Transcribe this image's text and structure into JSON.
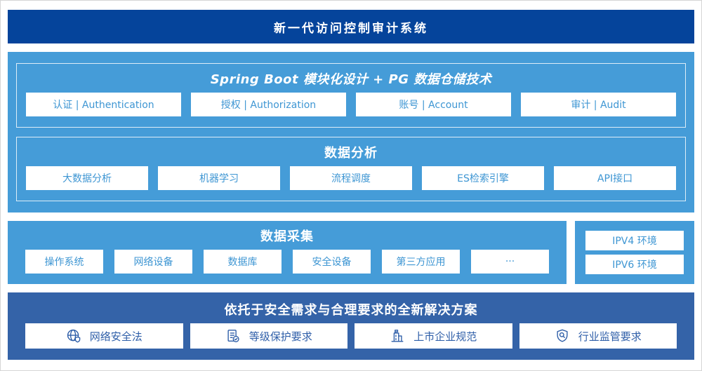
{
  "page": {
    "title": "新一代访问控制审计系统"
  },
  "platform": {
    "title": "Spring Boot 模块化设计 + PG 数据仓储技术",
    "modules": [
      {
        "label": "认证 | Authentication"
      },
      {
        "label": "授权 | Authorization"
      },
      {
        "label": "账号 | Account"
      },
      {
        "label": "审计 | Audit"
      }
    ]
  },
  "analysis": {
    "title": "数据分析",
    "modules": [
      {
        "label": "大数据分析"
      },
      {
        "label": "机器学习"
      },
      {
        "label": "流程调度"
      },
      {
        "label": "ES检索引擎"
      },
      {
        "label": "API接口"
      }
    ]
  },
  "collection": {
    "title": "数据采集",
    "modules": [
      {
        "label": "操作系统"
      },
      {
        "label": "网络设备"
      },
      {
        "label": "数据库"
      },
      {
        "label": "安全设备"
      },
      {
        "label": "第三方应用"
      },
      {
        "label": "···"
      }
    ]
  },
  "environments": {
    "items": [
      {
        "label": "IPV4 环境"
      },
      {
        "label": "IPV6 环境"
      }
    ]
  },
  "solution": {
    "title": "依托于安全需求与合理要求的全新解决方案",
    "items": [
      {
        "icon": "globe-shield-icon",
        "label": "网络安全法"
      },
      {
        "icon": "document-check-icon",
        "label": "等级保护要求"
      },
      {
        "icon": "building-flag-icon",
        "label": "上市企业规范"
      },
      {
        "icon": "shield-search-icon",
        "label": "行业监管要求"
      }
    ]
  },
  "colors": {
    "dark_blue": "#05449B",
    "light_blue": "#459CD8",
    "medium_blue": "#3463A8",
    "box_text_light": "#3E96D3",
    "box_text_dark": "#2E5EA8"
  }
}
